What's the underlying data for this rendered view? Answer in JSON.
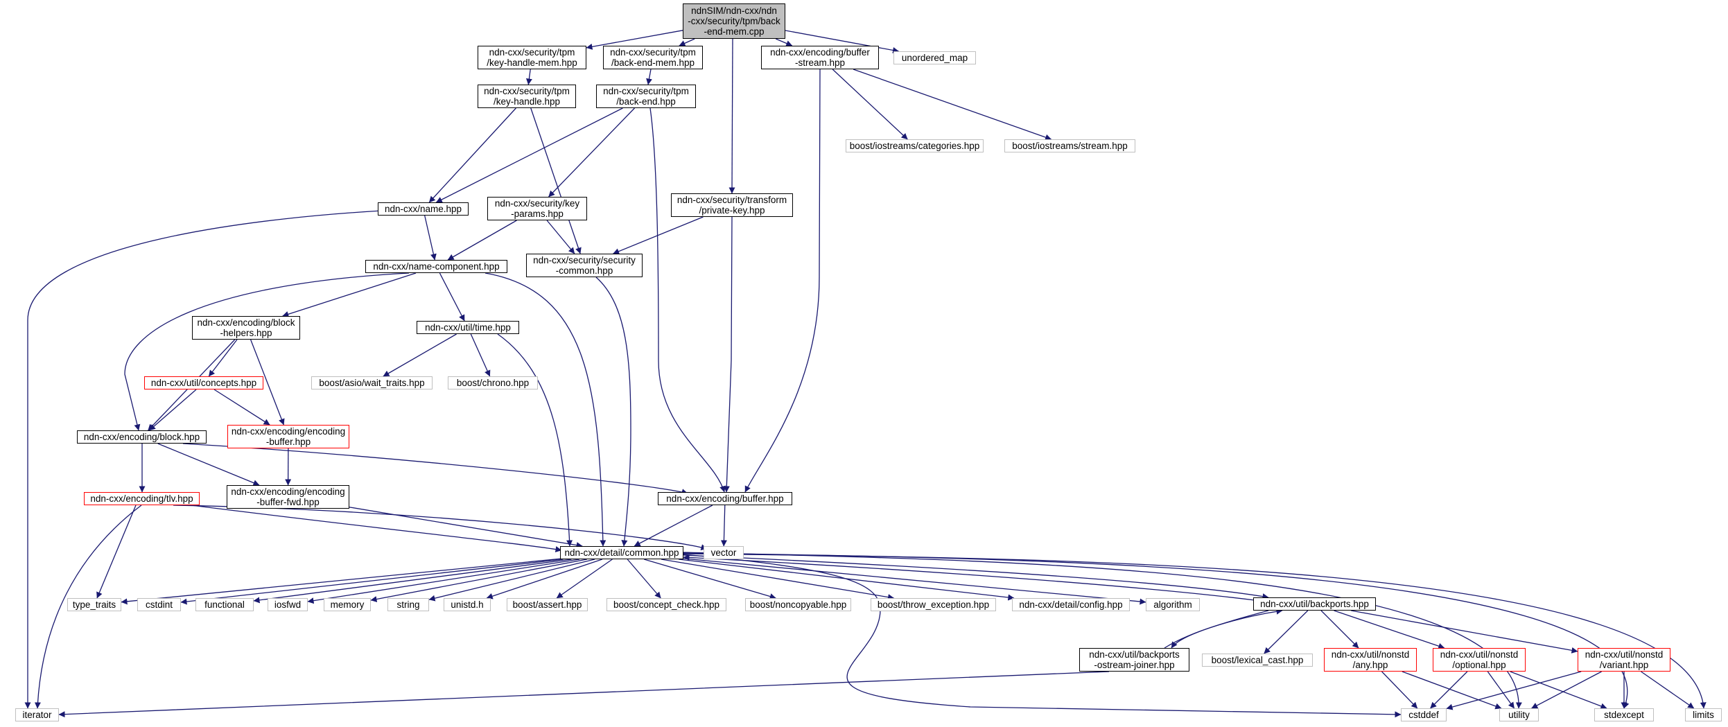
{
  "colors": {
    "edge": "#191970",
    "documented_border": "#000000",
    "external_border": "#bfbfbf",
    "truncated_border": "#ff0000",
    "root_fill": "#bfbfbf"
  },
  "nodes": {
    "root": {
      "label": "ndnSIM/ndn-cxx/ndn\n-cxx/security/tpm/back\n-end-mem.cpp",
      "kind": "root"
    },
    "key_handle_mem": {
      "label": "ndn-cxx/security/tpm\n/key-handle-mem.hpp",
      "kind": "documented"
    },
    "back_end_mem": {
      "label": "ndn-cxx/security/tpm\n/back-end-mem.hpp",
      "kind": "documented"
    },
    "buffer_stream": {
      "label": "ndn-cxx/encoding/buffer\n-stream.hpp",
      "kind": "documented"
    },
    "unordered_map": {
      "label": "unordered_map",
      "kind": "external"
    },
    "key_handle": {
      "label": "ndn-cxx/security/tpm\n/key-handle.hpp",
      "kind": "documented"
    },
    "back_end": {
      "label": "ndn-cxx/security/tpm\n/back-end.hpp",
      "kind": "documented"
    },
    "boost_categories": {
      "label": "boost/iostreams/categories.hpp",
      "kind": "external"
    },
    "boost_stream": {
      "label": "boost/iostreams/stream.hpp",
      "kind": "external"
    },
    "name": {
      "label": "ndn-cxx/name.hpp",
      "kind": "documented"
    },
    "key_params": {
      "label": "ndn-cxx/security/key\n-params.hpp",
      "kind": "documented"
    },
    "private_key": {
      "label": "ndn-cxx/security/transform\n/private-key.hpp",
      "kind": "documented"
    },
    "name_component": {
      "label": "ndn-cxx/name-component.hpp",
      "kind": "documented"
    },
    "security_common": {
      "label": "ndn-cxx/security/security\n-common.hpp",
      "kind": "documented"
    },
    "block_helpers": {
      "label": "ndn-cxx/encoding/block\n-helpers.hpp",
      "kind": "documented"
    },
    "util_time": {
      "label": "ndn-cxx/util/time.hpp",
      "kind": "documented"
    },
    "concepts": {
      "label": "ndn-cxx/util/concepts.hpp",
      "kind": "truncated"
    },
    "wait_traits": {
      "label": "boost/asio/wait_traits.hpp",
      "kind": "external"
    },
    "boost_chrono": {
      "label": "boost/chrono.hpp",
      "kind": "external"
    },
    "block": {
      "label": "ndn-cxx/encoding/block.hpp",
      "kind": "documented"
    },
    "encoding_buffer": {
      "label": "ndn-cxx/encoding/encoding\n-buffer.hpp",
      "kind": "truncated"
    },
    "tlv": {
      "label": "ndn-cxx/encoding/tlv.hpp",
      "kind": "truncated"
    },
    "encoding_buffer_fwd": {
      "label": "ndn-cxx/encoding/encoding\n-buffer-fwd.hpp",
      "kind": "documented"
    },
    "buffer": {
      "label": "ndn-cxx/encoding/buffer.hpp",
      "kind": "documented"
    },
    "common": {
      "label": "ndn-cxx/detail/common.hpp",
      "kind": "documented"
    },
    "vector": {
      "label": "vector",
      "kind": "external"
    },
    "type_traits": {
      "label": "type_traits",
      "kind": "external"
    },
    "cstdint": {
      "label": "cstdint",
      "kind": "external"
    },
    "functional": {
      "label": "functional",
      "kind": "external"
    },
    "iosfwd": {
      "label": "iosfwd",
      "kind": "external"
    },
    "memory": {
      "label": "memory",
      "kind": "external"
    },
    "string": {
      "label": "string",
      "kind": "external"
    },
    "unistd": {
      "label": "unistd.h",
      "kind": "external"
    },
    "boost_assert": {
      "label": "boost/assert.hpp",
      "kind": "external"
    },
    "concept_check": {
      "label": "boost/concept_check.hpp",
      "kind": "external"
    },
    "noncopyable": {
      "label": "boost/noncopyable.hpp",
      "kind": "external"
    },
    "throw_exception": {
      "label": "boost/throw_exception.hpp",
      "kind": "external"
    },
    "config": {
      "label": "ndn-cxx/detail/config.hpp",
      "kind": "external"
    },
    "algorithm": {
      "label": "algorithm",
      "kind": "external"
    },
    "backports": {
      "label": "ndn-cxx/util/backports.hpp",
      "kind": "documented"
    },
    "ostream_joiner": {
      "label": "ndn-cxx/util/backports\n-ostream-joiner.hpp",
      "kind": "documented"
    },
    "lexical_cast": {
      "label": "boost/lexical_cast.hpp",
      "kind": "external"
    },
    "nonstd_any": {
      "label": "ndn-cxx/util/nonstd\n/any.hpp",
      "kind": "truncated"
    },
    "nonstd_optional": {
      "label": "ndn-cxx/util/nonstd\n/optional.hpp",
      "kind": "truncated"
    },
    "nonstd_variant": {
      "label": "ndn-cxx/util/nonstd\n/variant.hpp",
      "kind": "truncated"
    },
    "iterator": {
      "label": "iterator",
      "kind": "external"
    },
    "cstddef": {
      "label": "cstddef",
      "kind": "external"
    },
    "utility": {
      "label": "utility",
      "kind": "external"
    },
    "stdexcept": {
      "label": "stdexcept",
      "kind": "external"
    },
    "limits": {
      "label": "limits",
      "kind": "external"
    }
  },
  "edges": [
    [
      "root",
      "key_handle_mem"
    ],
    [
      "root",
      "back_end_mem"
    ],
    [
      "root",
      "buffer_stream"
    ],
    [
      "root",
      "unordered_map"
    ],
    [
      "root",
      "private_key"
    ],
    [
      "key_handle_mem",
      "key_handle"
    ],
    [
      "back_end_mem",
      "back_end"
    ],
    [
      "buffer_stream",
      "boost_categories"
    ],
    [
      "buffer_stream",
      "boost_stream"
    ],
    [
      "buffer_stream",
      "buffer"
    ],
    [
      "key_handle",
      "name"
    ],
    [
      "key_handle",
      "security_common"
    ],
    [
      "back_end",
      "name"
    ],
    [
      "back_end",
      "key_params"
    ],
    [
      "back_end",
      "buffer"
    ],
    [
      "name",
      "name_component"
    ],
    [
      "name",
      "iterator"
    ],
    [
      "key_params",
      "name_component"
    ],
    [
      "key_params",
      "security_common"
    ],
    [
      "private_key",
      "security_common"
    ],
    [
      "private_key",
      "buffer"
    ],
    [
      "name_component",
      "block_helpers"
    ],
    [
      "name_component",
      "util_time"
    ],
    [
      "name_component",
      "block"
    ],
    [
      "name_component",
      "common"
    ],
    [
      "security_common",
      "common"
    ],
    [
      "block_helpers",
      "concepts"
    ],
    [
      "block_helpers",
      "block"
    ],
    [
      "block_helpers",
      "encoding_buffer"
    ],
    [
      "util_time",
      "wait_traits"
    ],
    [
      "util_time",
      "boost_chrono"
    ],
    [
      "util_time",
      "common"
    ],
    [
      "concepts",
      "block"
    ],
    [
      "concepts",
      "encoding_buffer"
    ],
    [
      "block",
      "tlv"
    ],
    [
      "block",
      "encoding_buffer_fwd"
    ],
    [
      "block",
      "buffer"
    ],
    [
      "encoding_buffer",
      "encoding_buffer_fwd"
    ],
    [
      "tlv",
      "common"
    ],
    [
      "tlv",
      "vector"
    ],
    [
      "tlv",
      "type_traits"
    ],
    [
      "tlv",
      "iterator"
    ],
    [
      "encoding_buffer_fwd",
      "common"
    ],
    [
      "buffer",
      "common"
    ],
    [
      "buffer",
      "vector"
    ],
    [
      "common",
      "type_traits"
    ],
    [
      "common",
      "cstdint"
    ],
    [
      "common",
      "functional"
    ],
    [
      "common",
      "iosfwd"
    ],
    [
      "common",
      "memory"
    ],
    [
      "common",
      "string"
    ],
    [
      "common",
      "unistd"
    ],
    [
      "common",
      "boost_assert"
    ],
    [
      "common",
      "concept_check"
    ],
    [
      "common",
      "noncopyable"
    ],
    [
      "common",
      "throw_exception"
    ],
    [
      "common",
      "config"
    ],
    [
      "common",
      "algorithm"
    ],
    [
      "common",
      "backports"
    ],
    [
      "common",
      "cstddef"
    ],
    [
      "common",
      "utility"
    ],
    [
      "common",
      "stdexcept"
    ],
    [
      "common",
      "limits"
    ],
    [
      "backports",
      "common"
    ],
    [
      "backports",
      "ostream_joiner"
    ],
    [
      "backports",
      "lexical_cast"
    ],
    [
      "backports",
      "nonstd_any"
    ],
    [
      "backports",
      "nonstd_optional"
    ],
    [
      "backports",
      "nonstd_variant"
    ],
    [
      "ostream_joiner",
      "backports"
    ],
    [
      "ostream_joiner",
      "iterator"
    ],
    [
      "nonstd_any",
      "cstddef"
    ],
    [
      "nonstd_any",
      "utility"
    ],
    [
      "nonstd_optional",
      "cstddef"
    ],
    [
      "nonstd_optional",
      "utility"
    ],
    [
      "nonstd_optional",
      "stdexcept"
    ],
    [
      "nonstd_variant",
      "cstddef"
    ],
    [
      "nonstd_variant",
      "utility"
    ],
    [
      "nonstd_variant",
      "stdexcept"
    ],
    [
      "nonstd_variant",
      "limits"
    ]
  ]
}
